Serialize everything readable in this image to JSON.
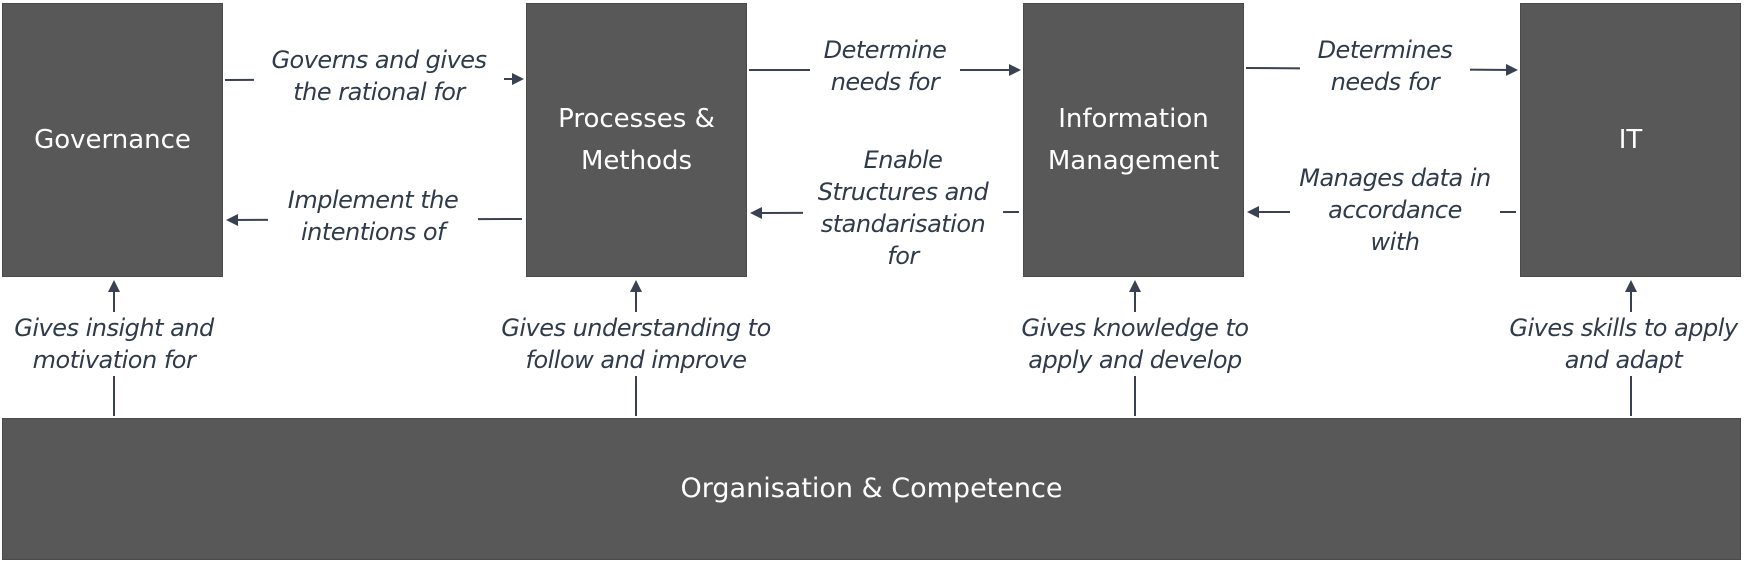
{
  "boxes": {
    "governance": "Governance",
    "processes": "Processes &\nMethods",
    "information": "Information\nManagement",
    "it": "IT",
    "organisation": "Organisation & Competence"
  },
  "edges": {
    "governance_to_processes": "Governs and gives\nthe rational for",
    "processes_to_governance": "Implement the\nintentions of",
    "processes_to_information": "Determine\nneeds for",
    "information_to_processes": "Enable\nStructures and\nstandarisation\nfor",
    "information_to_it": "Determines\nneeds for",
    "it_to_information": "Manages data in\naccordance\nwith",
    "org_to_governance": "Gives insight and\nmotivation for",
    "org_to_processes": "Gives understanding to\nfollow and improve",
    "org_to_information": "Gives knowledge to\napply and develop",
    "org_to_it": "Gives skills to apply\nand adapt"
  },
  "colors": {
    "box_fill": "#585858",
    "box_text": "#ffffff",
    "label_text": "#2f3a4a",
    "arrow": "#3a4150"
  }
}
